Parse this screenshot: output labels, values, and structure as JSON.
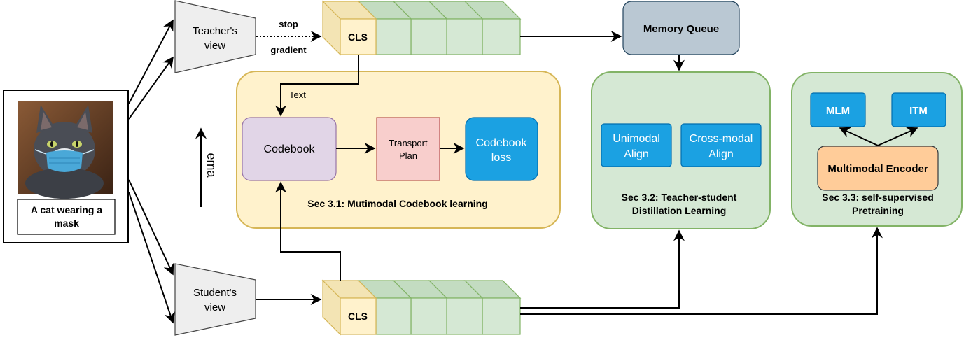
{
  "input": {
    "caption_line1": "A cat wearing a",
    "caption_line2": "mask"
  },
  "views": {
    "teacher_line1": "Teacher's",
    "teacher_line2": "view",
    "student_line1": "Student's",
    "student_line2": "view"
  },
  "edges": {
    "stop_gradient_line1": "stop",
    "stop_gradient_line2": "gradient",
    "text_label": "Text",
    "ema_label": "ema"
  },
  "tokens": {
    "cls_label": "CLS"
  },
  "memory_queue": {
    "label": "Memory Queue"
  },
  "codebook_section": {
    "codebook": "Codebook",
    "transport_line1": "Transport",
    "transport_line2": "Plan",
    "loss_line1": "Codebook",
    "loss_line2": "loss",
    "caption": "Sec 3.1: Mutimodal Codebook learning"
  },
  "distill_section": {
    "unimodal_line1": "Unimodal",
    "unimodal_line2": "Align",
    "crossmodal_line1": "Cross-modal",
    "crossmodal_line2": "Align",
    "caption_line1": "Sec 3.2: Teacher-student",
    "caption_line2": "Distillation Learning"
  },
  "pretrain_section": {
    "mlm": "MLM",
    "itm": "ITM",
    "encoder": "Multimodal Encoder",
    "caption_line1": "Sec 3.3: self-supervised",
    "caption_line2": "Pretraining"
  },
  "colors": {
    "yellow_fill": "#fff2cc",
    "yellow_stroke": "#d6b656",
    "green_fill": "#d5e8d4",
    "green_stroke": "#82b366",
    "purple_fill": "#e1d5e7",
    "purple_stroke": "#9673a6",
    "red_fill": "#f8cecc",
    "red_stroke": "#b85450",
    "blue_fill": "#1ba1e2",
    "blue_stroke": "#006eaf",
    "gray_fill": "#bac8d3",
    "gray_stroke": "#23445d",
    "orange_fill": "#ffcc99",
    "orange_stroke": "#36393d",
    "view_fill": "#eeeeee"
  }
}
